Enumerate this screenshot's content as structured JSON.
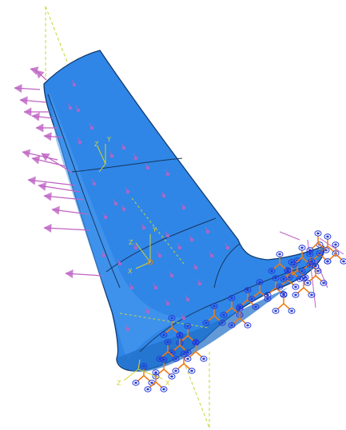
{
  "viewport": {
    "background": "#ffffff",
    "colors": {
      "part": "#2f86e6",
      "part_edge": "#123a6e",
      "partition_line": "#17365e",
      "datum_plane": "#c8d33a",
      "pressure_load": "#bf62c4",
      "boundary_condition_cone": "#2238d8",
      "boundary_condition_arm": "#f07a14",
      "csys": "#d6d232"
    },
    "csys_markers": [
      {
        "name": "csys-upper",
        "labels": {
          "x": "",
          "y": "Y",
          "z": "Z"
        }
      },
      {
        "name": "csys-middle",
        "labels": {
          "x": "X",
          "y": "Y",
          "z": "Z"
        }
      },
      {
        "name": "csys-base",
        "labels": {
          "x": "X",
          "y": "",
          "z": "Z"
        }
      }
    ]
  }
}
